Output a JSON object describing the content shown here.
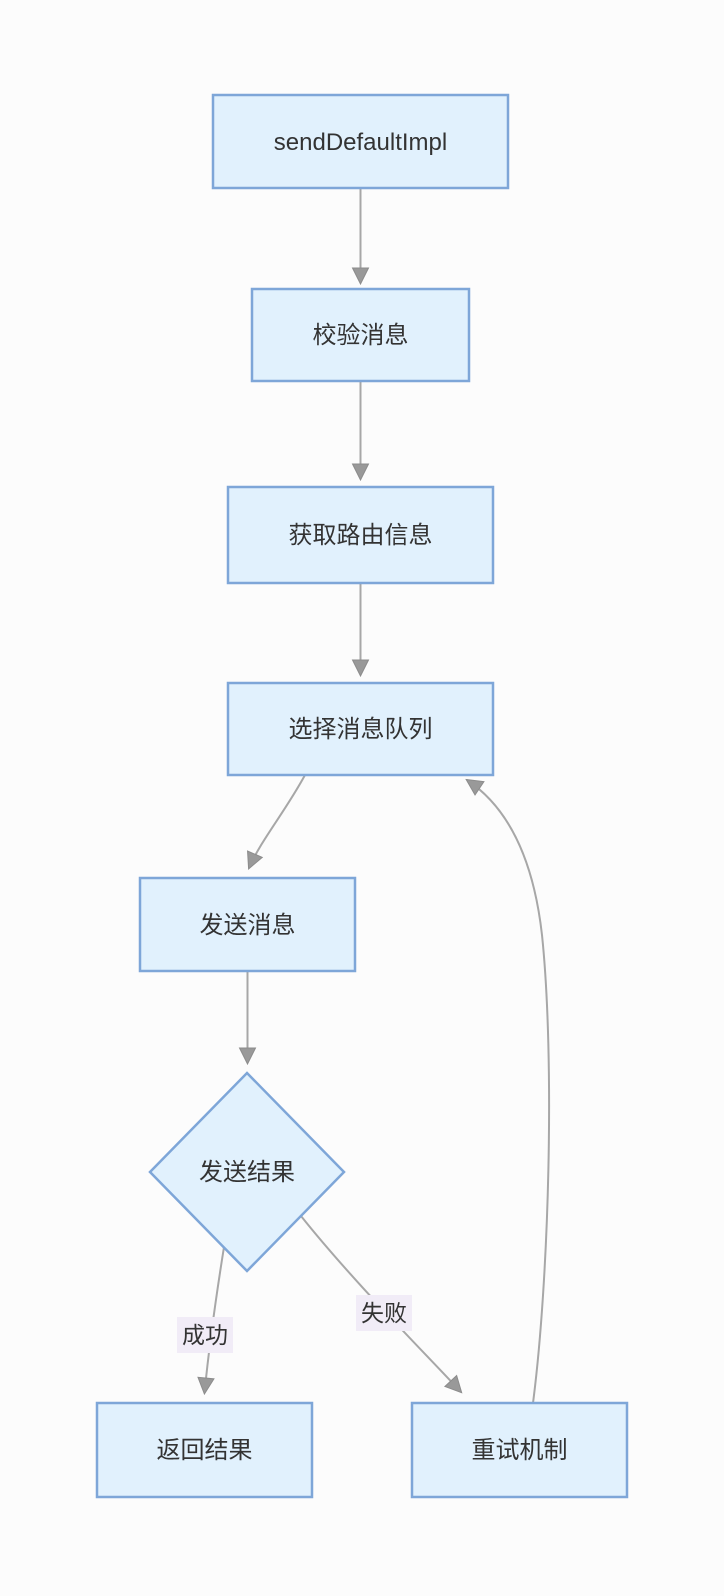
{
  "theme": {
    "page-bg": "#fcfcfc",
    "node-fill": "#e1f1fd",
    "node-border": "#7ea6d8",
    "edge-color": "#a7a7a7",
    "arrow-color": "#999999",
    "text-color": "#333333",
    "label-bg": "#f1ecf7"
  },
  "flowchart": {
    "type": "flowchart-top-down",
    "nodes": [
      {
        "id": "A",
        "shape": "rectangle",
        "label": "sendDefaultImpl"
      },
      {
        "id": "B",
        "shape": "rectangle",
        "label": "校验消息"
      },
      {
        "id": "C",
        "shape": "rectangle",
        "label": "获取路由信息"
      },
      {
        "id": "D",
        "shape": "rectangle",
        "label": "选择消息队列"
      },
      {
        "id": "E",
        "shape": "rectangle",
        "label": "发送消息"
      },
      {
        "id": "F",
        "shape": "diamond",
        "label": "发送结果"
      },
      {
        "id": "G",
        "shape": "rectangle",
        "label": "返回结果"
      },
      {
        "id": "H",
        "shape": "rectangle",
        "label": "重试机制"
      }
    ],
    "edges": [
      {
        "from": "sendDefaultImpl",
        "to": "校验消息",
        "label": ""
      },
      {
        "from": "校验消息",
        "to": "获取路由信息",
        "label": ""
      },
      {
        "from": "获取路由信息",
        "to": "选择消息队列",
        "label": ""
      },
      {
        "from": "选择消息队列",
        "to": "发送消息",
        "label": ""
      },
      {
        "from": "发送消息",
        "to": "发送结果",
        "label": ""
      },
      {
        "from": "发送结果",
        "to": "返回结果",
        "label": "成功"
      },
      {
        "from": "发送结果",
        "to": "重试机制",
        "label": "失败"
      },
      {
        "from": "重试机制",
        "to": "选择消息队列",
        "label": ""
      }
    ]
  }
}
